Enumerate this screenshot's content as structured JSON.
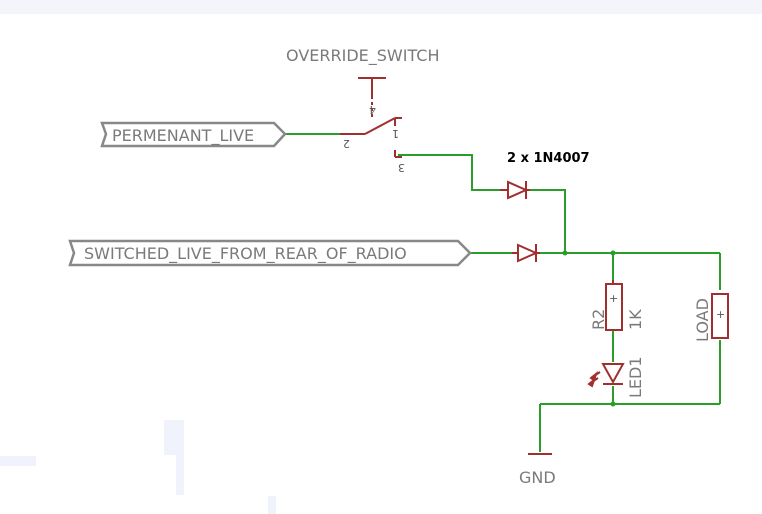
{
  "colors": {
    "wire": "#2a9d2a",
    "component": "#a03030",
    "port": "#888888",
    "text": "#7a7a7a"
  },
  "labels": {
    "override_switch": "OVERRIDE_SWITCH",
    "permanent_live": "PERMENANT_LIVE",
    "switched_live": "SWITCHED_LIVE_FROM_REAR_OF_RADIO",
    "diodes": "2 x 1N4007",
    "resistor_ref": "R2",
    "resistor_value": "1K",
    "led_ref": "LED1",
    "load": "LOAD",
    "ground": "GND"
  },
  "switch_pins": {
    "pin1": "1",
    "pin2": "2",
    "pin3": "3",
    "pin4": "4"
  },
  "polarity": {
    "plus": "+"
  }
}
